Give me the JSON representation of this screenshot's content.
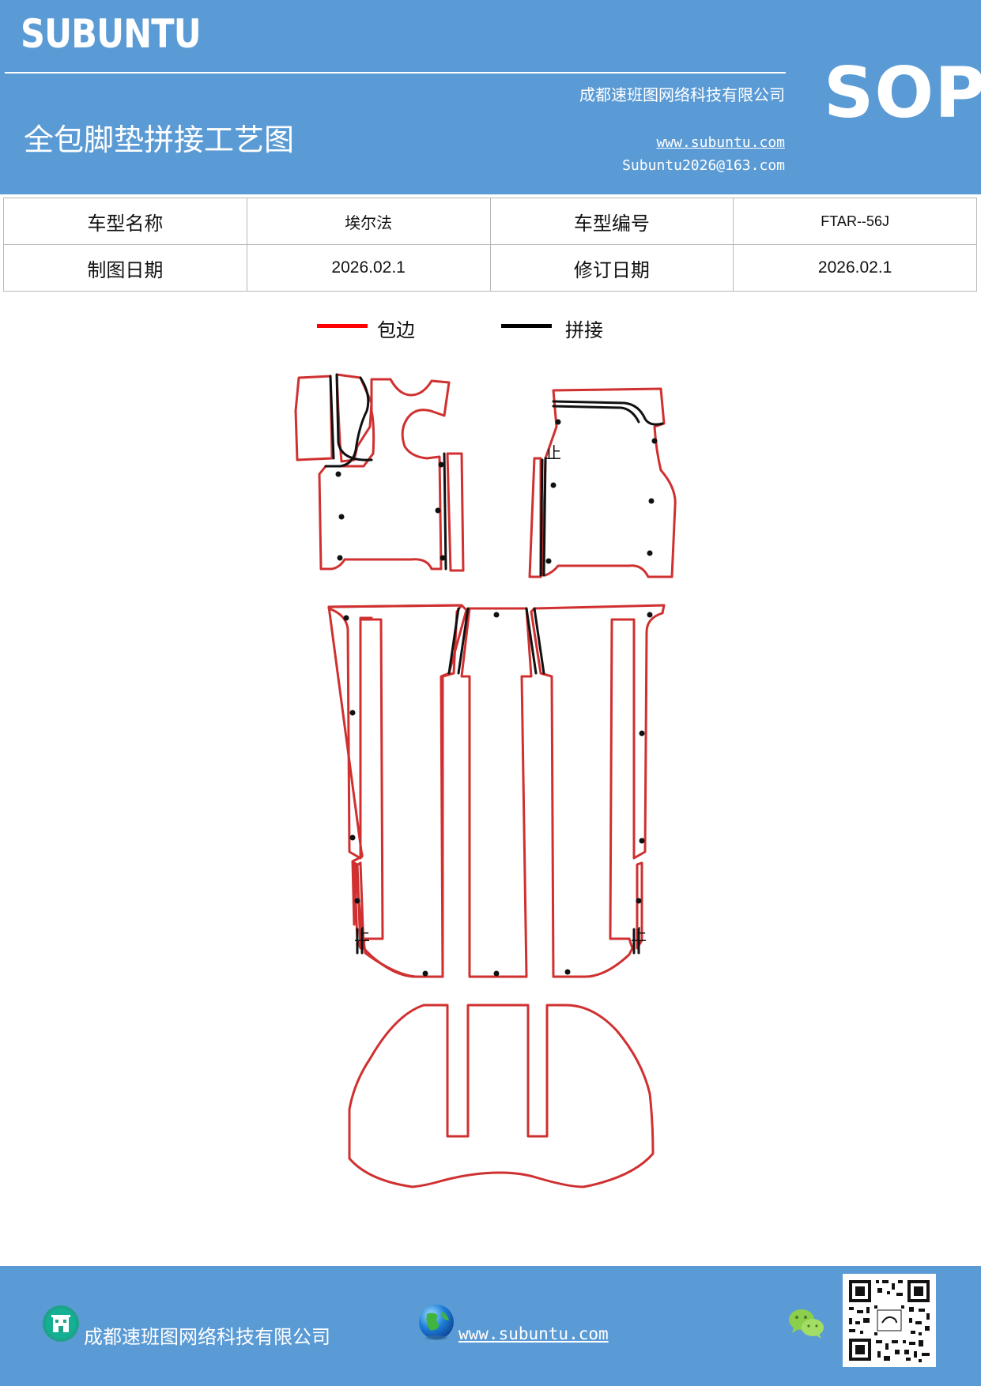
{
  "header": {
    "brand": "SUBUNTU",
    "company": "成都速班图网络科技有限公司",
    "title": "全包脚垫拼接工艺图",
    "website": "www.subuntu.com",
    "email": "Subuntu2026@163.com",
    "badge": "SOP"
  },
  "info_table": {
    "row1": {
      "label1": "车型名称",
      "value1": "埃尔法",
      "label2": "车型编号",
      "value2": "FTAR--56J"
    },
    "row2": {
      "label1": "制图日期",
      "value1": "2026.02.1",
      "label2": "修订日期",
      "value2": "2026.02.1"
    }
  },
  "legend": {
    "items": [
      {
        "label": "包边",
        "color": "#ff0000"
      },
      {
        "label": "拼接",
        "color": "#000000"
      }
    ]
  },
  "diagram": {
    "edge_color": "#d03030",
    "seam_color": "#111111",
    "marker": "止"
  },
  "footer": {
    "company": "成都速班图网络科技有限公司",
    "website": "www.subuntu.com",
    "background": "#5b9bd5"
  },
  "icons": {
    "company": "building-icon",
    "website": "globe-icon",
    "wechat": "wechat-icon",
    "qr": "qr-code"
  }
}
